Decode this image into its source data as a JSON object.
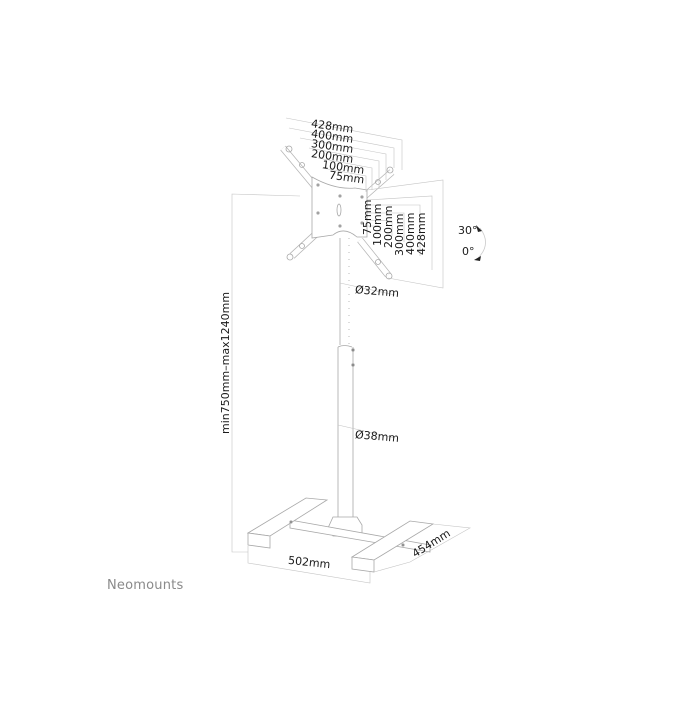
{
  "brand": "Neomounts",
  "vesa_horizontal": [
    "428mm",
    "400mm",
    "300mm",
    "200mm",
    "100mm",
    "75mm"
  ],
  "vesa_vertical": [
    "75mm",
    "100mm",
    "200mm",
    "300mm",
    "400mm",
    "428mm"
  ],
  "tilt": {
    "max": "30°",
    "min": "0°"
  },
  "pole": {
    "upper_diameter": "Ø32mm",
    "lower_diameter": "Ø38mm"
  },
  "height_range": "min750mm–max1240mm",
  "base": {
    "width": "502mm",
    "depth": "454mm"
  },
  "colors": {
    "line": "#9a9a9a",
    "dim_line": "#bdbdbd",
    "text": "#1a1a1a",
    "brand": "#8a8a8a"
  }
}
